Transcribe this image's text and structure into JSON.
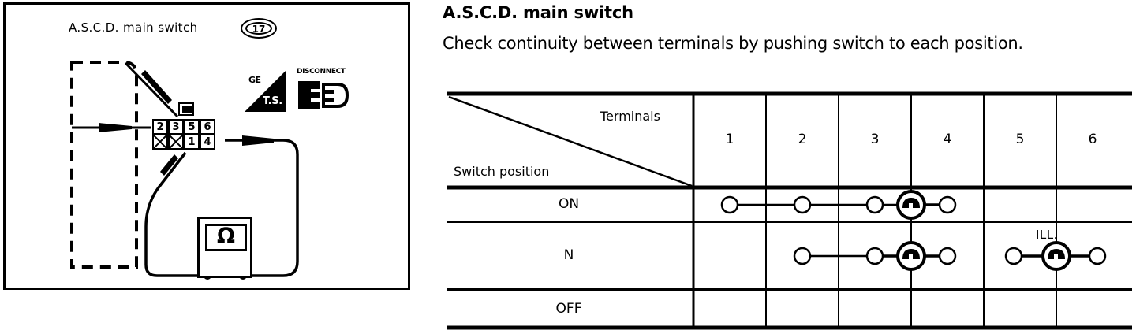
{
  "illustration": {
    "title": "A.S.C.D. main switch",
    "ref_number": "17",
    "meter_symbol": "Ω",
    "ts_badge": {
      "label": "T.S.",
      "sub_label": "GE"
    },
    "disconnect_badge": {
      "label": "DISCONNECT"
    },
    "connector": {
      "top_row": [
        "2",
        "3",
        "5",
        "6"
      ],
      "bottom_row": [
        "",
        "",
        "1",
        "4"
      ],
      "bottom_row_crossed": [
        true,
        true,
        false,
        false
      ]
    }
  },
  "document": {
    "title": "A.S.C.D. main switch",
    "description": "Check continuity between terminals by pushing switch to each position."
  },
  "table": {
    "corner": {
      "terminals_label": "Terminals",
      "switch_position_label": "Switch position"
    },
    "columns": [
      "1",
      "2",
      "3",
      "4",
      "5",
      "6"
    ],
    "rows": [
      {
        "label": "ON"
      },
      {
        "label": "N"
      },
      {
        "label": "OFF"
      }
    ],
    "illumination_label": "ILL."
  },
  "chart_data": {
    "type": "table",
    "title": "A.S.C.D. main switch continuity",
    "categories": [
      "1",
      "2",
      "3",
      "4",
      "5",
      "6"
    ],
    "xlabel": "Terminals",
    "ylabel": "Switch position",
    "series": [
      {
        "name": "ON",
        "connected_terminals": [
          "1",
          "2",
          "3",
          "4"
        ],
        "lamp_between": [
          "3",
          "4"
        ],
        "values": [
          1,
          1,
          1,
          1,
          0,
          0
        ]
      },
      {
        "name": "N",
        "connected_terminals": [
          "2",
          "3",
          "4"
        ],
        "lamp_between": [
          "3",
          "4"
        ],
        "values": [
          0,
          1,
          1,
          1,
          0,
          0
        ]
      },
      {
        "name": "OFF",
        "connected_terminals": [],
        "lamp_between": null,
        "values": [
          0,
          0,
          0,
          0,
          0,
          0
        ]
      }
    ],
    "illumination": {
      "label": "ILL.",
      "terminals": [
        "5",
        "6"
      ],
      "applies_to_rows": [
        "N"
      ]
    }
  },
  "colors": {
    "ink": "#000000",
    "paper": "#ffffff"
  }
}
